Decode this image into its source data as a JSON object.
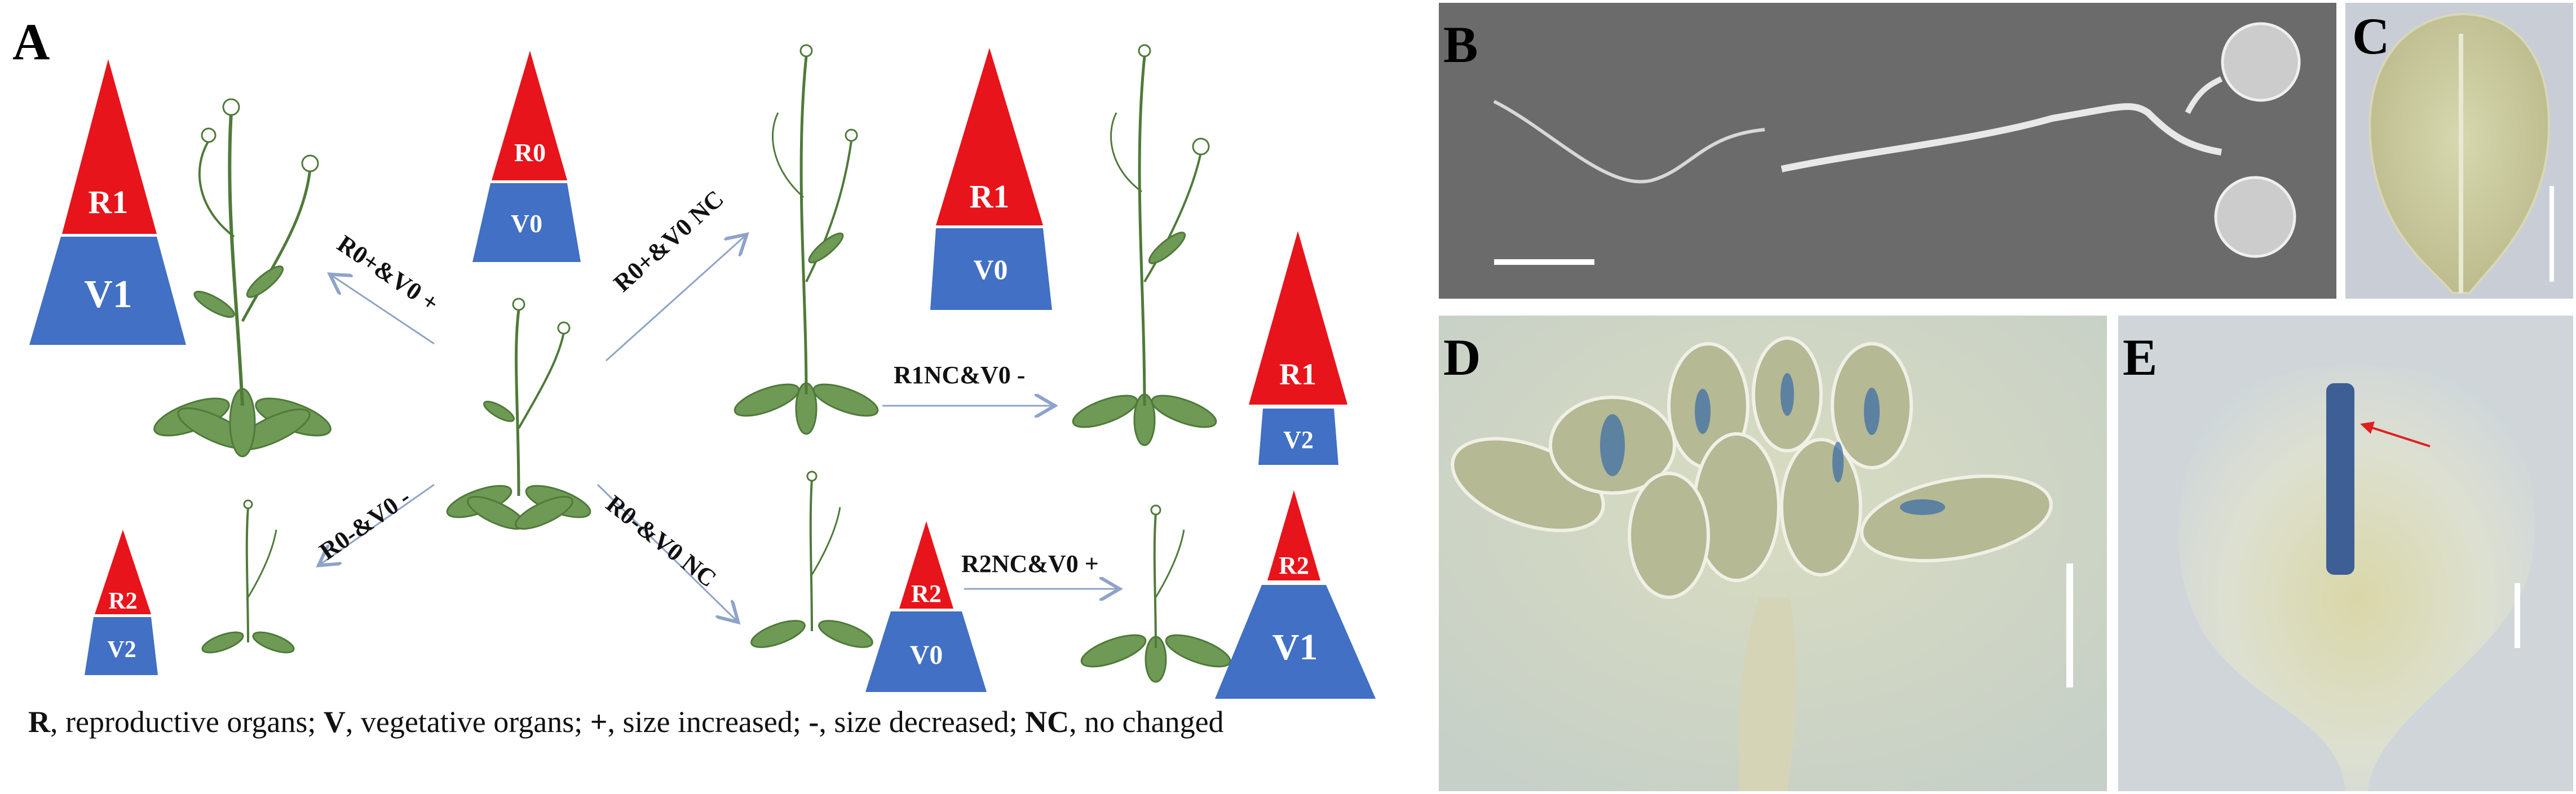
{
  "panels": {
    "A": "A",
    "B": "B",
    "C": "C",
    "D": "D",
    "E": "E"
  },
  "pyramids": [
    {
      "top": "R1",
      "bottom": "V1"
    },
    {
      "top": "R0",
      "bottom": "V0"
    },
    {
      "top": "R1",
      "bottom": "V0"
    },
    {
      "top": "R1",
      "bottom": "V2"
    },
    {
      "top": "R2",
      "bottom": "V2"
    },
    {
      "top": "R2",
      "bottom": "V0"
    },
    {
      "top": "R2",
      "bottom": "V1"
    }
  ],
  "arrows": {
    "up_left": "R0+&V0 +",
    "up_right": "R0+&V0 NC",
    "right_top": "R1NC&V0 -",
    "down_left": "R0-&V0 -",
    "down_right": "R0-&V0 NC",
    "right_bottom": "R2NC&V0 +"
  },
  "caption": {
    "r": "R",
    "r_text": ", reproductive organs; ",
    "v": "V",
    "v_text": ", vegetative organs; ",
    "plus": "+",
    "plus_text": ", size increased; ",
    "minus": "-",
    "minus_text": ", size decreased; ",
    "nc": "NC",
    "nc_text": ", no changed"
  },
  "colors": {
    "reproductive": "#e8141b",
    "vegetative": "#4170c4",
    "arrow": "#8fa3c9",
    "plant": "#6f9a55"
  }
}
